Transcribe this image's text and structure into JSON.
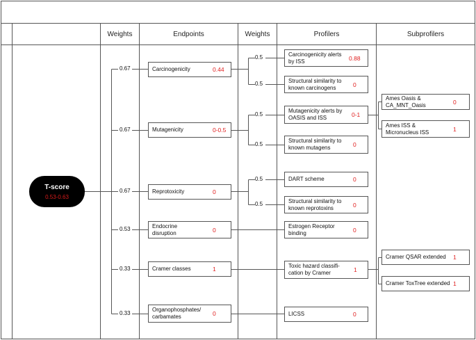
{
  "headers": {
    "weights1": "Weights",
    "endpoints": "Endpoints",
    "weights2": "Weights",
    "profilers": "Profilers",
    "subprofilers": "Subprofilers"
  },
  "tscore": {
    "label": "T-score",
    "value": "0.53-0.63"
  },
  "endpoints": [
    {
      "label": "Carcinogenicity",
      "value": "0.44",
      "weight": "0.67"
    },
    {
      "label": "Mutagenicity",
      "value": "0-0.5",
      "weight": "0.67"
    },
    {
      "label": "Reprotoxicity",
      "value": "0",
      "weight": "0.67"
    },
    {
      "label": "Endocrine\ndisruption",
      "value": "0",
      "weight": "0.53"
    },
    {
      "label": "Cramer classes",
      "value": "1",
      "weight": "0.33"
    },
    {
      "label": "Organophosphates/\ncarbamates",
      "value": "0",
      "weight": "0.33"
    }
  ],
  "profilers": [
    {
      "label": "Carcinogenicity alerts\nby ISS",
      "value": "0.88",
      "weight": "0.5"
    },
    {
      "label": "Structural similarity to\nknown carcinogens",
      "value": "0",
      "weight": "0.5"
    },
    {
      "label": "Mutagenicity alerts by\nOASIS and ISS",
      "value": "0-1",
      "weight": "0.5"
    },
    {
      "label": "Structural similarity to\nknown mutagens",
      "value": "0",
      "weight": "0.5"
    },
    {
      "label": "DART scheme",
      "value": "0",
      "weight": "0.5"
    },
    {
      "label": "Structural similarity to\nknown reprotoxins",
      "value": "0",
      "weight": "0.5"
    },
    {
      "label": "Estrogen Receptor\nbinding",
      "value": "0",
      "weight": ""
    },
    {
      "label": "Toxic hazard classifi-\ncation by Cramer",
      "value": "1",
      "weight": ""
    },
    {
      "label": "LICSS",
      "value": "0",
      "weight": ""
    }
  ],
  "subprofilers": [
    {
      "label": "Ames Oasis &\nCA_MNT_Oasis",
      "value": "0"
    },
    {
      "label": "Ames ISS &\nMicronucleus ISS",
      "value": "1"
    },
    {
      "label": "Cramer QSAR extended",
      "value": "1"
    },
    {
      "label": "Cramer ToxTree extended",
      "value": "1"
    }
  ],
  "colors": {
    "value_red": "#e02020",
    "grid": "#555555",
    "tscore_bg": "#000000"
  }
}
